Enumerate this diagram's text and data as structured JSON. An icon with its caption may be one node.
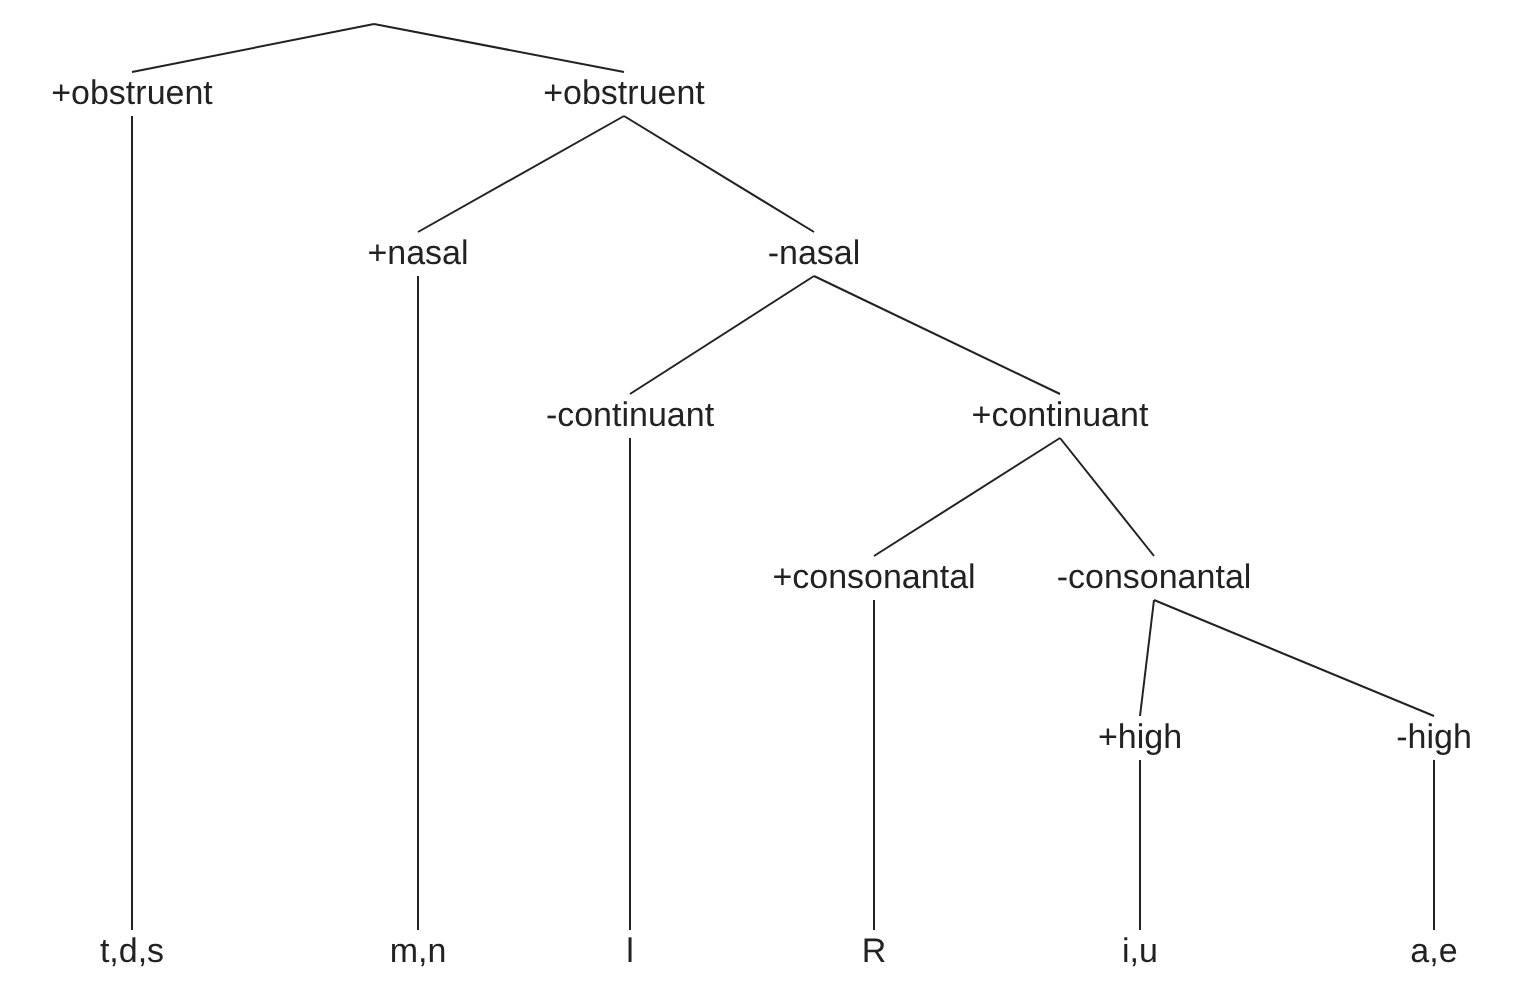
{
  "diagram": {
    "nodes": [
      {
        "text": [
          "+obstruent"
        ]
      },
      {
        "text": [
          "+obstruent"
        ]
      },
      {
        "text": [
          "+nasal"
        ]
      },
      {
        "text": [
          "-nasal"
        ]
      },
      {
        "text": [
          "-continuant"
        ]
      },
      {
        "text": [
          "+continuant"
        ]
      },
      {
        "text": [
          "+consonantal"
        ]
      },
      {
        "text": [
          "-consonantal"
        ]
      },
      {
        "text": [
          "+high"
        ]
      },
      {
        "text": [
          "-high"
        ]
      },
      {
        "text": [
          "t,d,s"
        ]
      },
      {
        "text": [
          "m,n"
        ]
      },
      {
        "text": [
          "l"
        ]
      },
      {
        "text": [
          "R"
        ]
      },
      {
        "text": [
          "i,u"
        ]
      },
      {
        "text": [
          "a,e"
        ]
      }
    ],
    "edges": [
      {
        "from": null,
        "to": 0,
        "arrow": "none"
      },
      {
        "from": null,
        "to": 1,
        "arrow": "none"
      },
      {
        "from": 0,
        "to": 10,
        "arrow": "none"
      },
      {
        "from": 1,
        "to": 2,
        "arrow": "none"
      },
      {
        "from": 1,
        "to": 3,
        "arrow": "none"
      },
      {
        "from": 2,
        "to": 11,
        "arrow": "none"
      },
      {
        "from": 3,
        "to": 4,
        "arrow": "none"
      },
      {
        "from": 3,
        "to": 5,
        "arrow": "none"
      },
      {
        "from": 4,
        "to": 12,
        "arrow": "none"
      },
      {
        "from": 5,
        "to": 6,
        "arrow": "none"
      },
      {
        "from": 5,
        "to": 7,
        "arrow": "none"
      },
      {
        "from": 6,
        "to": 13,
        "arrow": "none"
      },
      {
        "from": 7,
        "to": 8,
        "arrow": "none"
      },
      {
        "from": 7,
        "to": 9,
        "arrow": "none"
      },
      {
        "from": 8,
        "to": 14,
        "arrow": "none"
      },
      {
        "from": 9,
        "to": 15,
        "arrow": "none"
      }
    ]
  }
}
